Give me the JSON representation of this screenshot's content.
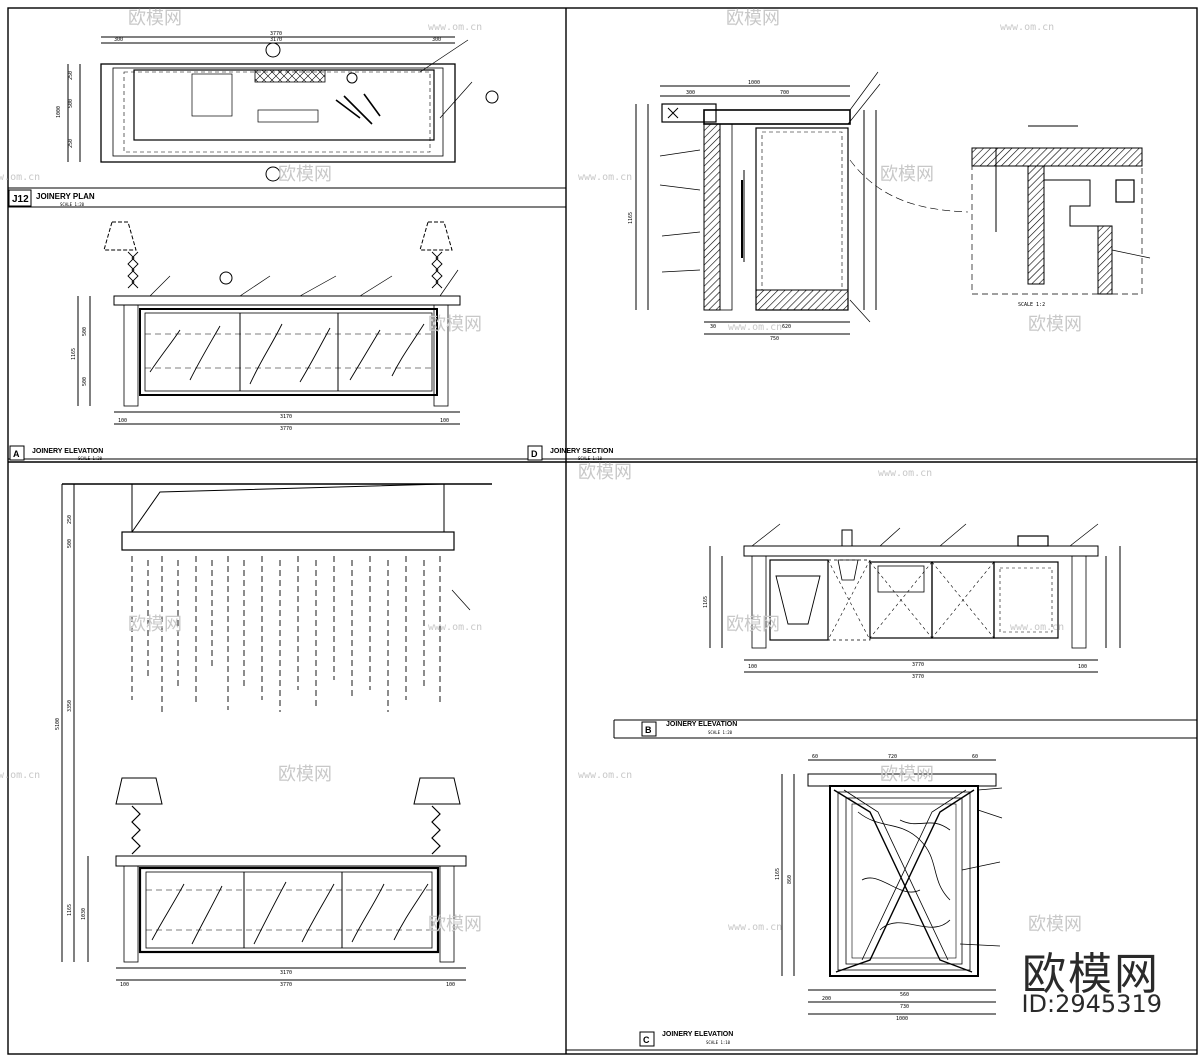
{
  "drawing": {
    "plan": {
      "tag": "J12",
      "title": "JOINERY PLAN",
      "scale": "SCALE 1:20",
      "dims": [
        "3770",
        "300",
        "3170",
        "300",
        "1000",
        "250",
        "500",
        "250"
      ]
    },
    "elevation_a": {
      "tag": "A",
      "title": "JOINERY ELEVATION",
      "scale": "SCALE 1:20",
      "dims": [
        "1165",
        "500",
        "500",
        "3170",
        "3770",
        "100",
        "100"
      ]
    },
    "section_d": {
      "tag": "D",
      "title": "JOINERY SECTION",
      "scale": "SCALE 1:10",
      "dims": [
        "1000",
        "300",
        "700",
        "1165",
        "750",
        "620",
        "30"
      ],
      "detail_scale": "SCALE 1:2"
    },
    "elevation_a2": {
      "dims": [
        "250",
        "500",
        "3350",
        "5100",
        "1165",
        "1030",
        "3170",
        "3770",
        "100",
        "100"
      ]
    },
    "elevation_b": {
      "tag": "B",
      "title": "JOINERY ELEVATION",
      "scale": "SCALE 1:20",
      "dims": [
        "1165",
        "3770",
        "3770",
        "100",
        "100"
      ]
    },
    "elevation_c": {
      "tag": "C",
      "title": "JOINERY ELEVATION",
      "scale": "SCALE 1:10",
      "dims": [
        "720",
        "60",
        "60",
        "1165",
        "860",
        "200",
        "560",
        "730",
        "1000"
      ]
    }
  },
  "watermark": {
    "site": "www.om.cn",
    "brand_cn": "欧模网",
    "id": "ID:2945319"
  }
}
